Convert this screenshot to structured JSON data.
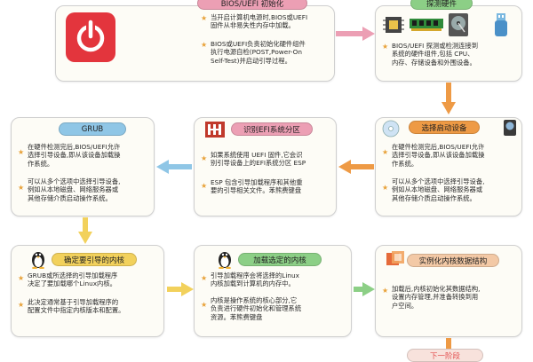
{
  "colors": {
    "orange": "#ee9a45",
    "pink": "#ec9fb4",
    "blue": "#8fc6e6",
    "green": "#8ccf86",
    "yellow": "#f2d15c",
    "star": "#e8a23a"
  },
  "bios": {
    "title": "BIOS/UEFI 初始化",
    "p1": [
      "当开启计算机电源时,BIOS或UEFI",
      "固件从非易失性内存中加载。"
    ],
    "p2": [
      "BIOS或UEFI负责初始化硬件组件",
      "执行电源自检(POST,Power-On",
      "Self-Test)并启动引导过程。"
    ]
  },
  "detect": {
    "title": "探测硬件",
    "lines": [
      "BIOS/UEFI 探测或检测连接到",
      "系统的硬件组件,包括 CPU、",
      "内存、存储设备和外围设备。"
    ]
  },
  "boot": {
    "title": "选择启动设备",
    "p1": [
      "在硬件检测完后,BIOS/UEFI允许",
      "选择引导设备,即从该设备加载操",
      "作系统。"
    ],
    "p2": [
      "可以从多个选项中选择引导设备,",
      "例如从本地磁盘、网络服务器或",
      "其他存储介质启动操作系统。"
    ]
  },
  "efi": {
    "title": "识别EFI系统分区",
    "p1": [
      "如果系统使用 UEFI 固件,它会识",
      "别引导设备上的EFI系统分区 ESP"
    ],
    "p2": [
      "ESP 包含引导加载程序和其他重",
      "要的引导相关文件。苯熊费键盘"
    ]
  },
  "grub": {
    "title": "GRUB",
    "p1": [
      "在硬件检测完后,BIOS/UEFI允许",
      "选择引导设备,即从该设备加载操",
      "作系统。"
    ],
    "p2": [
      "可以从多个选项中选择引导设备,",
      "例如从本地磁盘、网络服务器或",
      "其他存储介质启动操作系统。"
    ]
  },
  "kernel_sel": {
    "title": "确定要引导的内核",
    "p1": [
      "GRUB或所选择的引导加载程序",
      "决定了要加载哪个Linux内核。"
    ],
    "p2": [
      "此决定通常基于引导加载程序的",
      "配置文件中指定内核版本和配置。"
    ]
  },
  "kernel_load": {
    "title": "加载选定的内核",
    "p1": [
      "引导加载程序会将选择的Linux",
      "内核加载到计算机的内存中。"
    ],
    "p2": [
      "内核是操作系统的核心部分,它",
      "负责进行硬件初始化和管理系统",
      "资源。苯熊费键盘"
    ]
  },
  "kernel_init": {
    "title": "实例化内核数据结构",
    "lines": [
      "加载后,内核初始化其数据结构,",
      "设置内存管理,并准备转换到用",
      "户空间。"
    ]
  },
  "next": {
    "title": "下一阶段"
  }
}
